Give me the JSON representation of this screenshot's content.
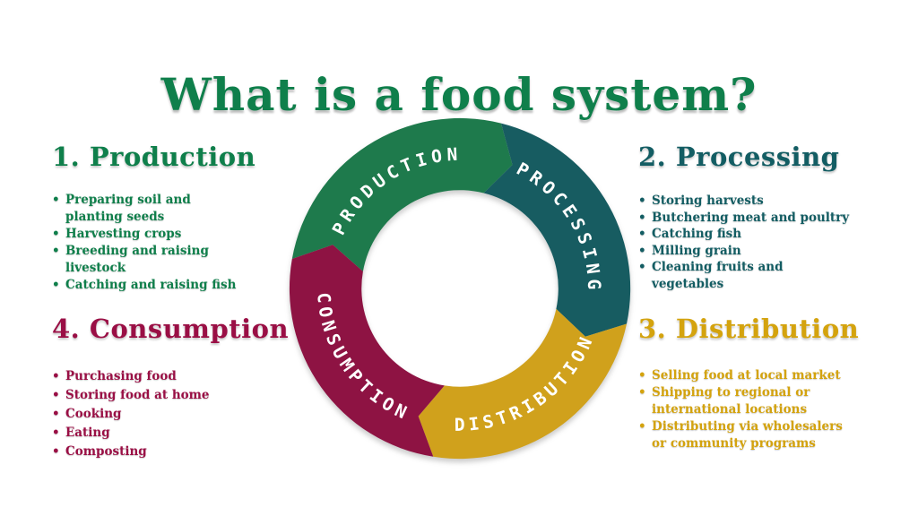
{
  "title": "What is a food system?",
  "sections": {
    "production": {
      "heading": "1. Production",
      "color": "#0f7f4b",
      "items": [
        [
          "Preparing soil and",
          "planting seeds"
        ],
        [
          "Harvesting crops"
        ],
        [
          "Breeding and raising",
          "livestock"
        ],
        [
          "Catching and raising fish"
        ]
      ]
    },
    "processing": {
      "heading": "2. Processing",
      "color": "#135d63",
      "items": [
        [
          "Storing harvests"
        ],
        [
          "Butchering meat and poultry"
        ],
        [
          "Catching fish"
        ],
        [
          "Milling grain"
        ],
        [
          "Cleaning fruits and",
          "vegetables"
        ]
      ]
    },
    "distribution": {
      "heading": "3. Distribution",
      "color": "#d4a30e",
      "items": [
        [
          "Selling food at local market"
        ],
        [
          "Shipping to regional or",
          "international locations"
        ],
        [
          "Distributing via wholesalers",
          "or community programs"
        ]
      ]
    },
    "consumption": {
      "heading": "4. Consumption",
      "color": "#9a0f45",
      "items": [
        [
          "Purchasing food"
        ],
        [
          "Storing food at home"
        ],
        [
          "Cooking"
        ],
        [
          "Eating"
        ],
        [
          "Composting"
        ]
      ]
    }
  },
  "diagram": {
    "segments": [
      {
        "id": "production",
        "label": "PRODUCTION",
        "color": "#1e7a4c"
      },
      {
        "id": "processing",
        "label": "PROCESSING",
        "color": "#175c61"
      },
      {
        "id": "distribution",
        "label": "DISTRIBUTION",
        "color": "#d0a11c"
      },
      {
        "id": "consumption",
        "label": "CONSUMPTION",
        "color": "#8e1343"
      }
    ],
    "label_color": "#ffffff"
  }
}
